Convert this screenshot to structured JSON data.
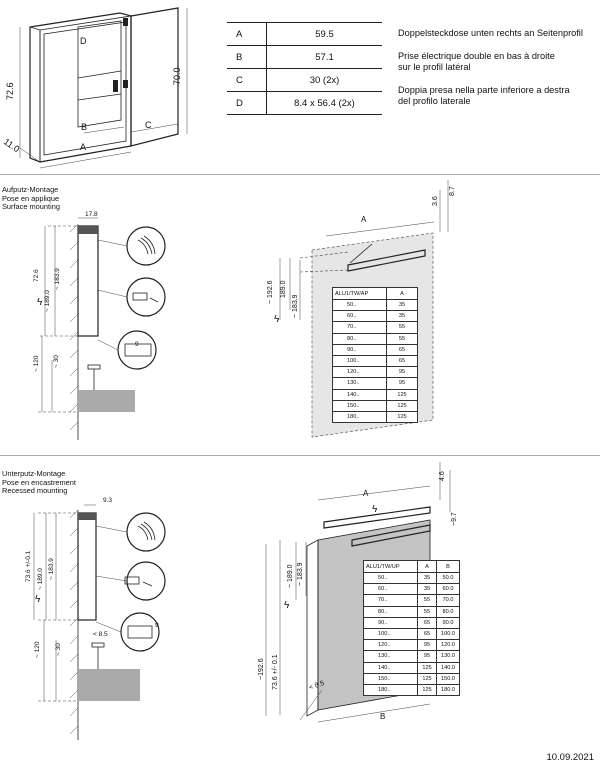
{
  "header": {
    "table": [
      {
        "key": "A",
        "value": "59.5"
      },
      {
        "key": "B",
        "value": "57.1"
      },
      {
        "key": "C",
        "value": "30 (2x)"
      },
      {
        "key": "D",
        "value": "8.4 x 56.4 (2x)"
      }
    ],
    "descriptions": [
      [
        "Doppelsteckdose unten rechts an Seitenprofil"
      ],
      [
        "Prise électrique double en bas à droite",
        "sur le profil latéral"
      ],
      [
        "Doppia presa nella parte inferiore a destra",
        "del profilo laterale"
      ]
    ],
    "dims": {
      "height_a": "72.6",
      "height_b": "70.0",
      "depth": "11.0",
      "label_a": "A",
      "label_b": "B",
      "label_c": "C",
      "label_d": "D"
    }
  },
  "surface": {
    "title": [
      "Aufputz-Montage",
      "Pose en applique",
      "Surface mounting"
    ],
    "dims": {
      "d1": "17.8",
      "d2": "72.6",
      "d3": "~ 189.0",
      "d4": "~ 183.9",
      "d5": "~ 120",
      "d6": "~ 30",
      "d7": "9",
      "r1": "~ 192.6",
      "r2": "189.0",
      "r3": "~ 183.9",
      "t1": "3.6",
      "t2": "8.7",
      "a": "A"
    },
    "table": {
      "headers": [
        "ALU1/TW/AP",
        "A"
      ],
      "rows": [
        [
          "50..",
          "35"
        ],
        [
          "60..",
          "35"
        ],
        [
          "70..",
          "55"
        ],
        [
          "80..",
          "55"
        ],
        [
          "90..",
          "65"
        ],
        [
          "100..",
          "65"
        ],
        [
          "120..",
          "95"
        ],
        [
          "130..",
          "95"
        ],
        [
          "140..",
          "125"
        ],
        [
          "150..",
          "125"
        ],
        [
          "180..",
          "125"
        ]
      ]
    }
  },
  "recessed": {
    "title": [
      "Unterputz-Montage",
      "Pose en encastrement",
      "Recessed mounting"
    ],
    "dims": {
      "d1": "9.3",
      "d2": "73.6 +/-0.1",
      "d3": "~ 189.0",
      "d4": "~ 183.9",
      "d5": "~ 120",
      "d6": "~ 30",
      "d7": "9",
      "d8": "< 8.5",
      "r1": "~ 189.0",
      "r2": "~ 183.9",
      "r3": "~192.6",
      "r4": "73.6 +/- 0.1",
      "t1": "4.6",
      "t2": "~9.7",
      "r5": "< 8.5",
      "a": "A",
      "b": "B"
    },
    "table": {
      "headers": [
        "ALU1/TW/UP",
        "A",
        "B"
      ],
      "rows": [
        [
          "50..",
          "35",
          "50.0"
        ],
        [
          "60..",
          "35",
          "60.0"
        ],
        [
          "70..",
          "55",
          "70.0"
        ],
        [
          "80..",
          "55",
          "80.0"
        ],
        [
          "90..",
          "65",
          "90.0"
        ],
        [
          "100..",
          "65",
          "100.0"
        ],
        [
          "120..",
          "95",
          "120.0"
        ],
        [
          "130..",
          "95",
          "130.0"
        ],
        [
          "140..",
          "125",
          "140.0"
        ],
        [
          "150..",
          "125",
          "150.0"
        ],
        [
          "180..",
          "125",
          "180.0"
        ]
      ]
    }
  },
  "footer": {
    "date": "10.09.2021"
  }
}
